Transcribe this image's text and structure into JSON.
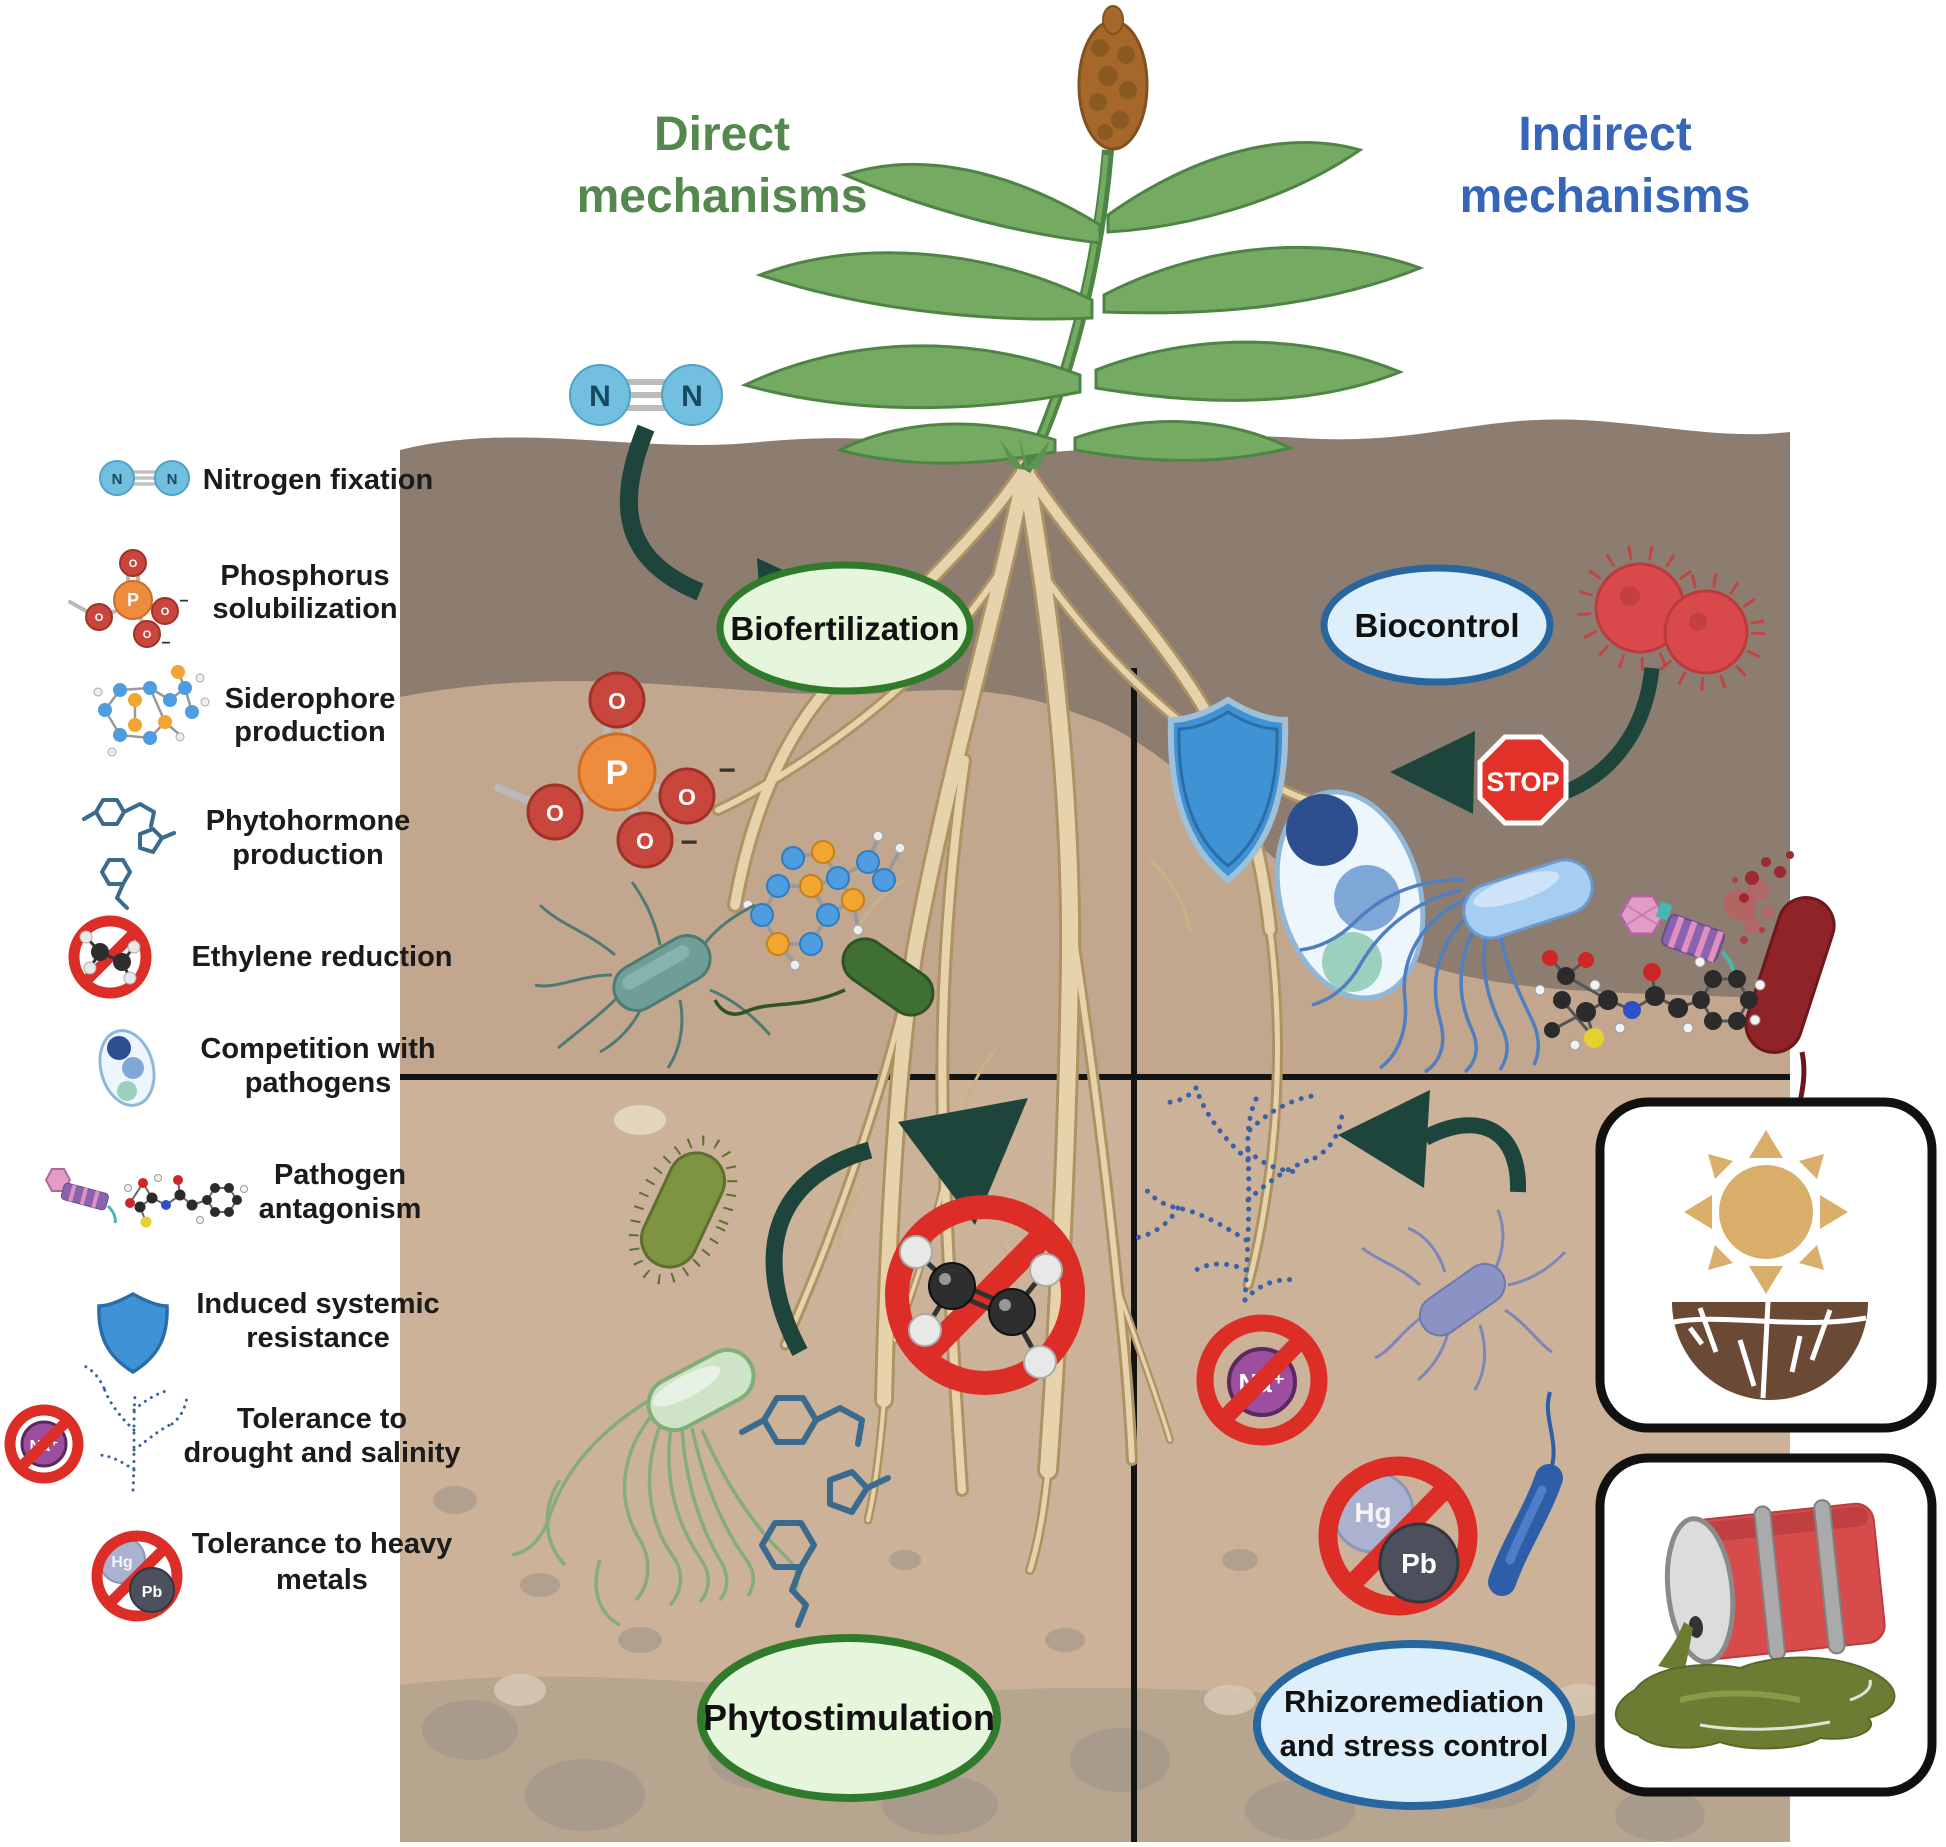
{
  "titles": {
    "direct": {
      "line1": "Direct",
      "line2": "mechanisms",
      "color": "#55884e"
    },
    "indirect": {
      "line1": "Indirect",
      "line2": "mechanisms",
      "color": "#3766b8"
    }
  },
  "ovals": {
    "biofertilization": {
      "label": "Biofertilization",
      "fill": "#e6f6dd",
      "border": "#2f7a2b"
    },
    "biocontrol": {
      "label": "Biocontrol",
      "fill": "#ddeffa",
      "border": "#28669f"
    },
    "phytostimulation": {
      "label": "Phytostimulation",
      "fill": "#e6f6dd",
      "border": "#2f7a2b"
    },
    "rhizoremediation": {
      "line1": "Rhizoremediation",
      "line2": "and stress control",
      "fill": "#ddeffa",
      "border": "#28669f"
    }
  },
  "legend": [
    {
      "id": "nitrogen-fixation",
      "line1": "Nitrogen fixation",
      "line2": ""
    },
    {
      "id": "phosphorus-solubilization",
      "line1": "Phosphorus",
      "line2": "solubilization"
    },
    {
      "id": "siderophore-production",
      "line1": "Siderophore",
      "line2": "production"
    },
    {
      "id": "phytohormone-production",
      "line1": "Phytohormone",
      "line2": "production"
    },
    {
      "id": "ethylene-reduction",
      "line1": "Ethylene reduction",
      "line2": ""
    },
    {
      "id": "competition-with-pathogens",
      "line1": "Competition with",
      "line2": "pathogens"
    },
    {
      "id": "pathogen-antagonism",
      "line1": "Pathogen",
      "line2": "antagonism"
    },
    {
      "id": "induced-systemic-resistance",
      "line1": "Induced systemic",
      "line2": "resistance"
    },
    {
      "id": "tolerance-drought-salinity",
      "line1": "Tolerance to",
      "line2": "drought and salinity"
    },
    {
      "id": "tolerance-heavy-metals",
      "line1": "Tolerance to heavy",
      "line2": "metals"
    }
  ],
  "labels": {
    "stop": "STOP",
    "nitrogen": "N",
    "phosphorus": "P",
    "oxygen": "O",
    "negative_charge": "−",
    "sodium": "Na⁺",
    "mercury": "Hg",
    "lead": "Pb"
  },
  "colors": {
    "arrow_green": "#1e453c",
    "prohibition_red": "#dc2e26",
    "stop_red": "#e23128",
    "soil_dark": "#8d7d71",
    "soil_mid": "#c2a78e",
    "soil_light": "#cbb298",
    "root_tan": "#e7d3ab",
    "shield_blue": "#3f93d4",
    "plant_green": "#74aa62",
    "panicle_brown": "#a5682a"
  }
}
